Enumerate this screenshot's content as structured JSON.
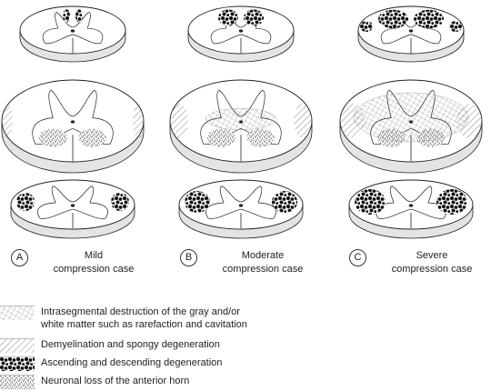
{
  "cases": [
    {
      "letter": "A",
      "line1": "Mild",
      "line2": "compression case"
    },
    {
      "letter": "B",
      "line1": "Moderate",
      "line2": "compression case"
    },
    {
      "letter": "C",
      "line1": "Severe",
      "line2": "compression case"
    }
  ],
  "legend": [
    {
      "pattern": "crosshatch",
      "line1": "Intrasegmental destruction of the gray and/or",
      "line2": "white matter such as rarefaction and cavitation"
    },
    {
      "pattern": "diagonal",
      "line1": "Demyelination and spongy degeneration",
      "line2": ""
    },
    {
      "pattern": "black-dots",
      "line1": "Ascending and descending degeneration",
      "line2": ""
    },
    {
      "pattern": "fine-dots",
      "line1": "Neuronal loss of the anterior horn",
      "line2": ""
    }
  ],
  "colors": {
    "ink": "#222222",
    "slab": "#ffffff",
    "side": "#e4e4e4"
  }
}
